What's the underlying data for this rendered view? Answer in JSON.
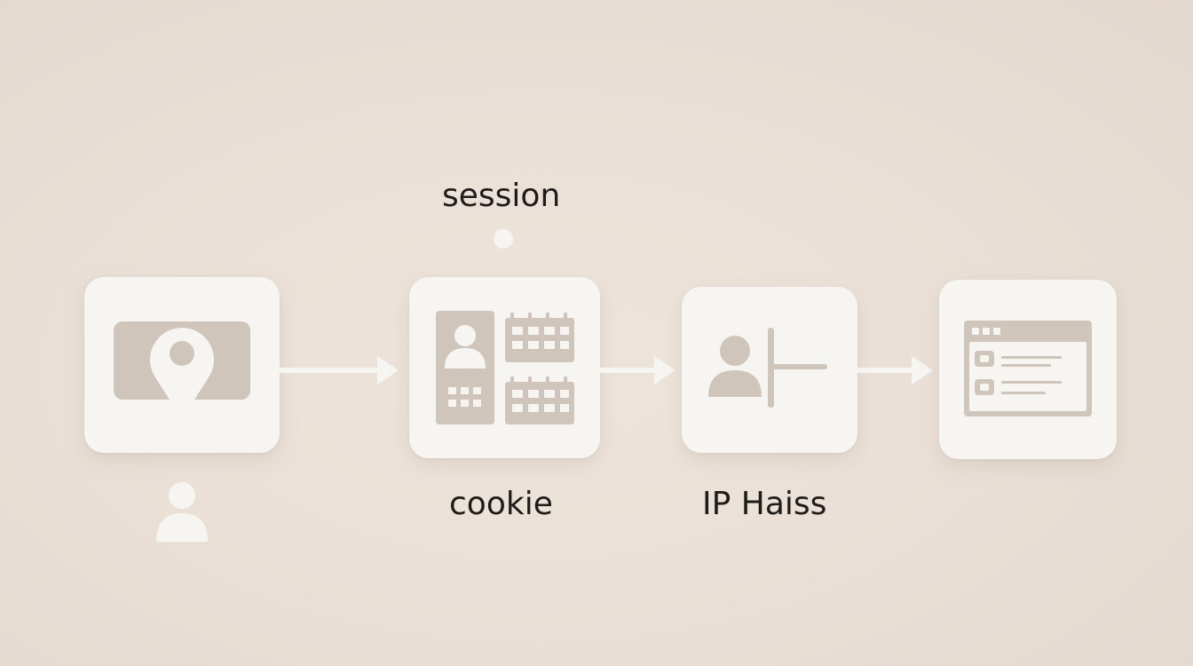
{
  "labels": {
    "session": "session",
    "cookie": "cookie",
    "ip": "IP Haiss"
  },
  "colors": {
    "background": "#eae0d7",
    "card": "#f7f5f2",
    "icon": "#cfc5bb",
    "arrow": "#f7f5f2",
    "text": "#1e1c1a"
  },
  "icons": {
    "card_1": "location-pin-icon",
    "card_2": "user-calendar-grid-icon",
    "card_3": "user-divider-icon",
    "card_4": "browser-window-icon",
    "below_card_1": "user-icon",
    "above_card_2": "dot-icon"
  }
}
